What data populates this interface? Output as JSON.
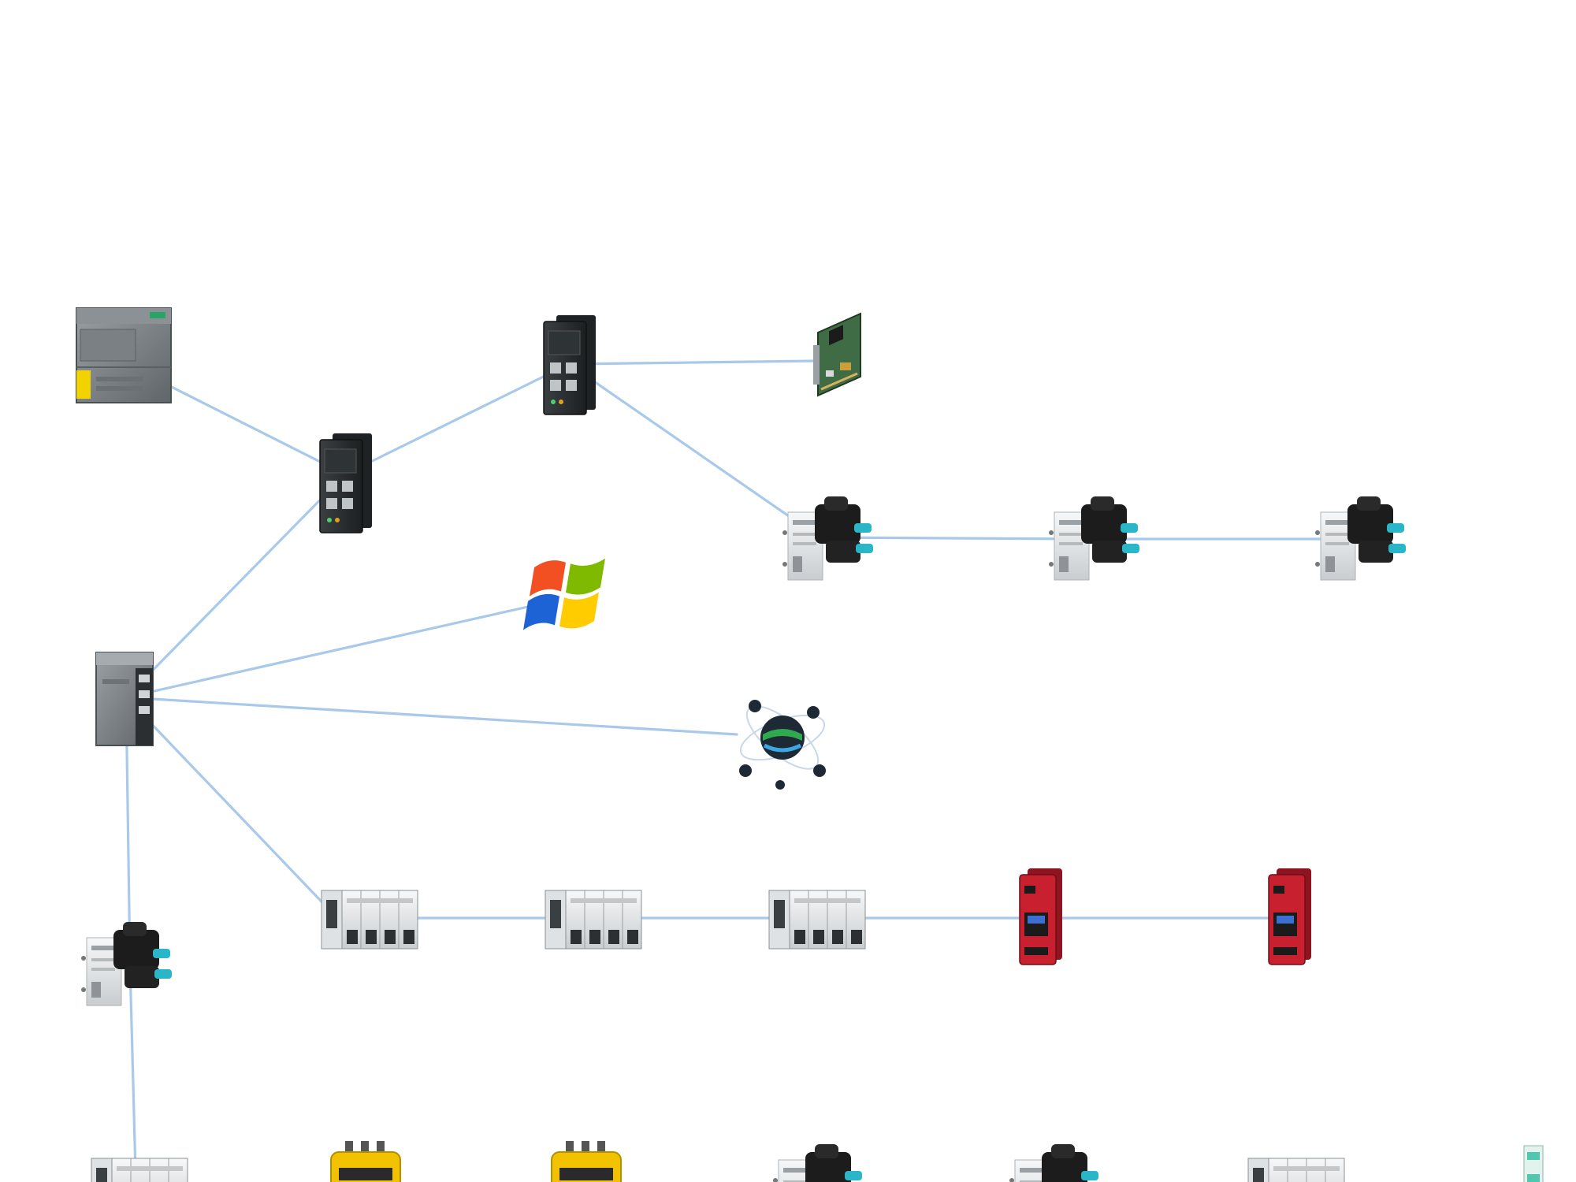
{
  "colors": {
    "background": "#ffffff",
    "link": "#a9c9ea",
    "device_gray": "#7f8588",
    "device_dark": "#2c3033",
    "module_light": "#eceef0",
    "relay_red": "#c8202e",
    "safety_yellow": "#f2c200",
    "sensor_cyan": "#29b6c9",
    "logo_red": "#f25022",
    "logo_green": "#7fba00",
    "logo_blue": "#1e63d6",
    "logo_yellow": "#ffcc00"
  },
  "nodes": [
    {
      "id": "plc-cpu",
      "icon": "plc-cpu-icon"
    },
    {
      "id": "switch-a",
      "icon": "network-switch-icon"
    },
    {
      "id": "switch-b",
      "icon": "network-switch-icon"
    },
    {
      "id": "pc-card",
      "icon": "circuit-board-icon"
    },
    {
      "id": "drive-1",
      "icon": "servo-drive-icon"
    },
    {
      "id": "drive-2",
      "icon": "servo-drive-icon"
    },
    {
      "id": "drive-3",
      "icon": "servo-drive-icon"
    },
    {
      "id": "windows-pc",
      "icon": "windows-logo-icon"
    },
    {
      "id": "network-cloud",
      "icon": "network-globe-icon"
    },
    {
      "id": "main-switch",
      "icon": "network-switch-icon"
    },
    {
      "id": "io-1",
      "icon": "io-module-icon"
    },
    {
      "id": "io-2",
      "icon": "io-module-icon"
    },
    {
      "id": "io-3",
      "icon": "io-module-icon"
    },
    {
      "id": "relay-1",
      "icon": "safety-relay-icon"
    },
    {
      "id": "relay-2",
      "icon": "safety-relay-icon"
    },
    {
      "id": "drive-4",
      "icon": "servo-drive-icon"
    },
    {
      "id": "io-4",
      "icon": "io-module-icon"
    },
    {
      "id": "safety-1",
      "icon": "safety-module-icon"
    },
    {
      "id": "safety-2",
      "icon": "safety-module-icon"
    },
    {
      "id": "drive-5",
      "icon": "servo-drive-icon"
    },
    {
      "id": "drive-6",
      "icon": "servo-drive-icon"
    },
    {
      "id": "io-5",
      "icon": "io-module-icon"
    },
    {
      "id": "terminal",
      "icon": "terminal-block-icon"
    }
  ],
  "edges": [
    [
      "plc-cpu",
      "switch-a"
    ],
    [
      "switch-a",
      "switch-b"
    ],
    [
      "switch-b",
      "pc-card"
    ],
    [
      "switch-b",
      "drive-1"
    ],
    [
      "drive-1",
      "drive-2"
    ],
    [
      "drive-2",
      "drive-3"
    ],
    [
      "switch-a",
      "main-switch"
    ],
    [
      "main-switch",
      "windows-pc"
    ],
    [
      "main-switch",
      "network-cloud"
    ],
    [
      "main-switch",
      "io-1"
    ],
    [
      "io-1",
      "io-2"
    ],
    [
      "io-2",
      "io-3"
    ],
    [
      "io-3",
      "relay-1"
    ],
    [
      "relay-1",
      "relay-2"
    ],
    [
      "main-switch",
      "drive-4"
    ],
    [
      "drive-4",
      "io-4"
    ]
  ]
}
